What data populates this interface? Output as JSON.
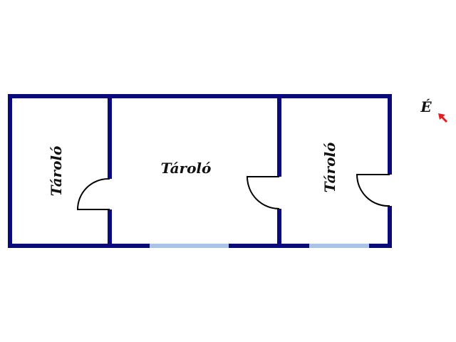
{
  "rooms": [
    {
      "label": "Tároló"
    },
    {
      "label": "Tároló"
    },
    {
      "label": "Tároló"
    }
  ],
  "compass": {
    "label": "É",
    "arrow_icon": "north-arrow-icon",
    "arrow_color": "#e02020"
  },
  "colors": {
    "wall": "#0a0a7a",
    "window": "#a9c4e6",
    "door": "#000000",
    "background": "#ffffff"
  }
}
